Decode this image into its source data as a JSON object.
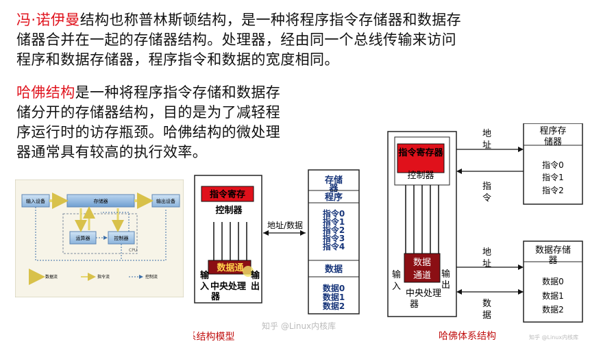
{
  "intro": {
    "vn_term": "冯·诺伊曼",
    "vn_text_line1": "结构也称普林斯顿结构，是一种将程序指令存储器和数据存",
    "vn_text_line2": "储器合并在一起的存储器结构。处理器，经由同一个总线传输来访问",
    "vn_text_line3": "程序和数据存储器，程序指令和数据的宽度相同。",
    "hv_term": "哈佛结构",
    "hv_text_line1": "是一种将程序指令存储和数据存",
    "hv_text_line2": "储分开的存储器结构，目的是为了减轻程",
    "hv_text_line3": "序运行时的访存瓶颈。哈佛结构的微处理",
    "hv_text_line4": "器通常具有较高的执行效率。"
  },
  "block_diagram": {
    "input": "输入设备",
    "memory": "存储器",
    "output": "输出设备",
    "alu": "运算器",
    "controller": "控制器",
    "cpu": "CPU",
    "legend": [
      "数据流",
      "指令流",
      "控制流"
    ]
  },
  "von_neumann": {
    "instr_reg": "指令寄存",
    "controller": "控制器",
    "data_path": "数据通",
    "input_label": "输",
    "input_label2": "入",
    "output_label": "输",
    "output_label2": "出",
    "cpu_label": "中央处理",
    "cpu_label2": "器",
    "bus_label": "地址/数据",
    "mem_title": "存储",
    "mem_title2": "器",
    "program": "程序",
    "instructions": [
      "指令0",
      "指令1",
      "指令2",
      "指令3",
      "指令4"
    ],
    "data": "数据",
    "data_items": [
      "数据0",
      "数据1",
      "数据2"
    ],
    "caption": "冯·诺依曼体系结构模型",
    "watermark": "知乎 @Linux内核库"
  },
  "harvard": {
    "instr_reg": "指令寄存器",
    "controller": "控制器",
    "data_path": "数据",
    "data_path2": "通道",
    "input": "输",
    "input2": "入",
    "output": "输",
    "output2": "出",
    "cpu": "中央处",
    "cpu2": "理",
    "cpu3": "器",
    "addr": "地",
    "addr2": "址",
    "instr_bus": "指",
    "instr_bus2": "令",
    "addr_b": "地",
    "addr_b2": "址",
    "data_bus": "数",
    "data_bus2": "据",
    "prog_mem": "程序存",
    "prog_mem2": "储器",
    "instructions": [
      "指令0",
      "指令1",
      "指令2"
    ],
    "data_mem": "数据存储",
    "data_mem2": "器",
    "data_items": [
      "数据0",
      "数据1",
      "数据2"
    ],
    "caption": "哈佛体系结构",
    "watermark": "知乎 @Linux内核库"
  }
}
